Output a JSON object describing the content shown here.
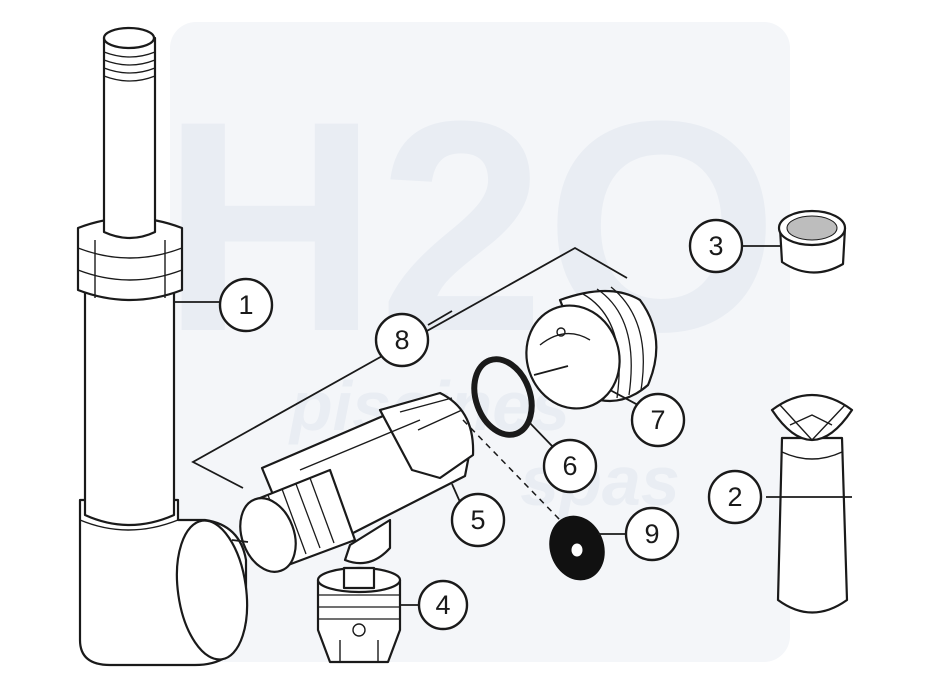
{
  "watermark": {
    "logo_text": "H2O",
    "lines": [
      "piscines",
      "spas"
    ]
  },
  "colors": {
    "line": "#1a1a1a",
    "watermark": "#e9edf3",
    "gasket": "#111111"
  },
  "callouts": [
    {
      "id": "1",
      "label": "1",
      "part": "riser-pipe-with-nut"
    },
    {
      "id": "2",
      "label": "2",
      "part": "funnel-nozzle"
    },
    {
      "id": "3",
      "label": "3",
      "part": "strainer-cap"
    },
    {
      "id": "4",
      "label": "4",
      "part": "threaded-plug"
    },
    {
      "id": "5",
      "label": "5",
      "part": "valve-body"
    },
    {
      "id": "6",
      "label": "6",
      "part": "o-ring"
    },
    {
      "id": "7",
      "label": "7",
      "part": "threaded-insert"
    },
    {
      "id": "8",
      "label": "8",
      "part": "valve-assembly-group"
    },
    {
      "id": "9",
      "label": "9",
      "part": "flat-gasket"
    }
  ]
}
